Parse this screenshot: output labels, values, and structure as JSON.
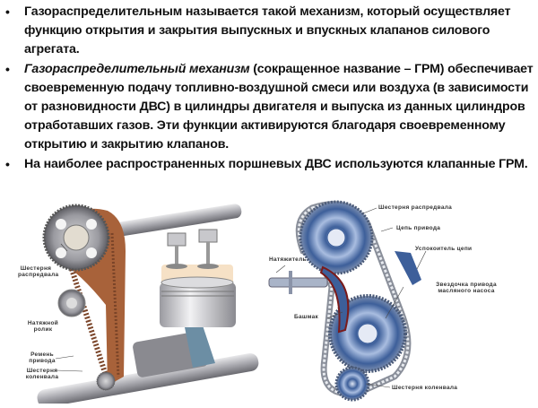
{
  "bullets": [
    {
      "italic_prefix": "",
      "text": "Газораспределительным называется такой механизм, который осуществляет функцию открытия и закрытия выпускных и впускных клапанов силового агрегата."
    },
    {
      "italic_prefix": "Газораспределительный механизм",
      "text": " (сокращенное название – ГРМ) обеспечивает своевременную подачу топливно-воздушной смеси или воздуха (в зависимости от разновидности ДВС) в цилиндры двигателя и выпуска из данных цилиндров отработавших газов. Эти функции активируются благодаря своевременному открытию и закрытию клапанов."
    },
    {
      "italic_prefix": "",
      "text": "На наиболее распространенных поршневых ДВС используются клапанные ГРМ."
    }
  ],
  "bullet_glyph": "•",
  "figure_belt": {
    "labels": {
      "camshaft_gear": "Шестерня распредвала",
      "tension_roller": "Натяжной ролик",
      "drive_belt": "Ремень привода",
      "crankshaft_gear": "Шестерня коленвала"
    },
    "colors": {
      "belt": "#a8623a",
      "metal": "#b8b8bc",
      "conrod": "#6c8ea4",
      "cylinder": "#f4d9b8"
    }
  },
  "figure_chain": {
    "labels": {
      "camshaft_gear": "Шестерня распредвала",
      "drive_chain": "Цепь привода",
      "chain_damper": "Успокоитель цепи",
      "tensioner": "Натяжитель",
      "oil_pump_sprocket": "Звездочка привода масляного насоса",
      "shoe": "Башмак",
      "crankshaft_gear": "Шестерня коленвала"
    },
    "colors": {
      "sprocket": "#3d5f9a",
      "sprocket_light": "#a9bde0",
      "chain": "#8a8f9a",
      "shoe_edge": "#7a1a1a"
    }
  }
}
